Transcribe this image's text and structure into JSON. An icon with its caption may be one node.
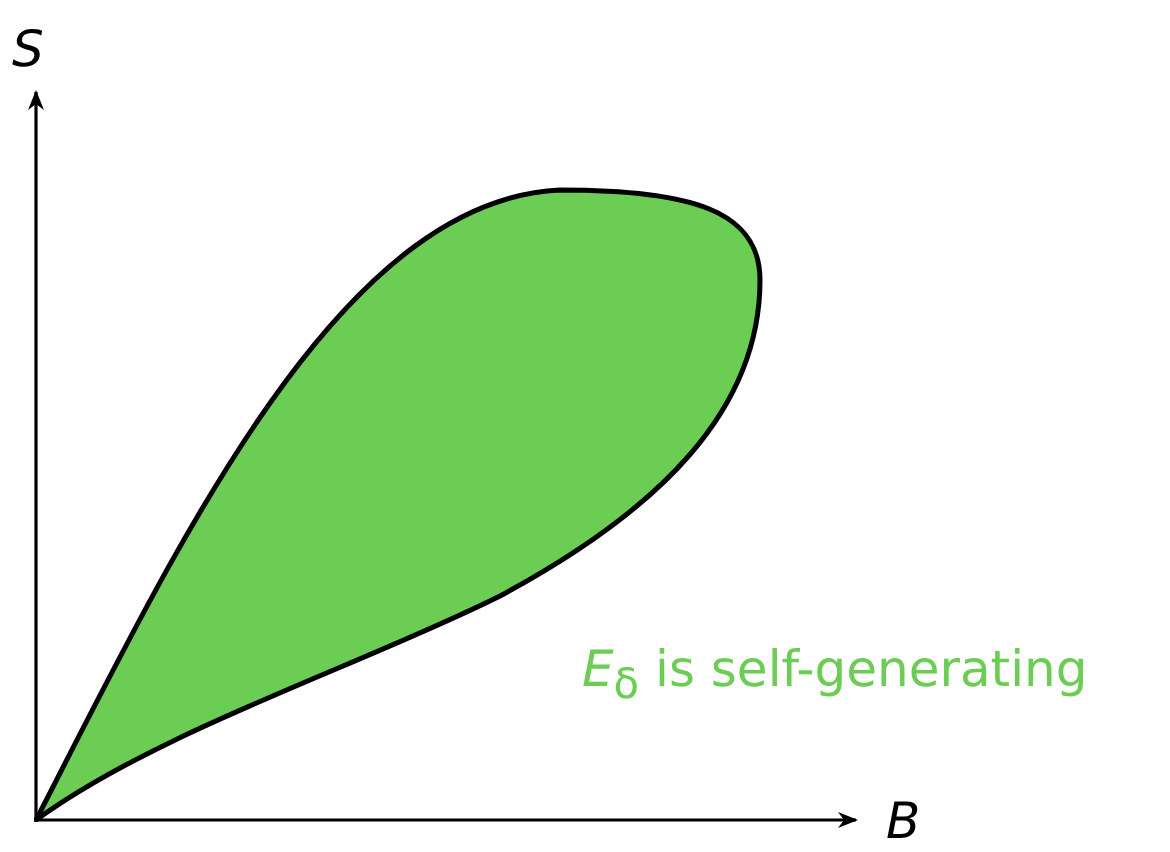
{
  "diagram": {
    "labels": [
      "S",
      "B",
      "*E*$_{δ}$ is self-generating"
    ]
  }
}
